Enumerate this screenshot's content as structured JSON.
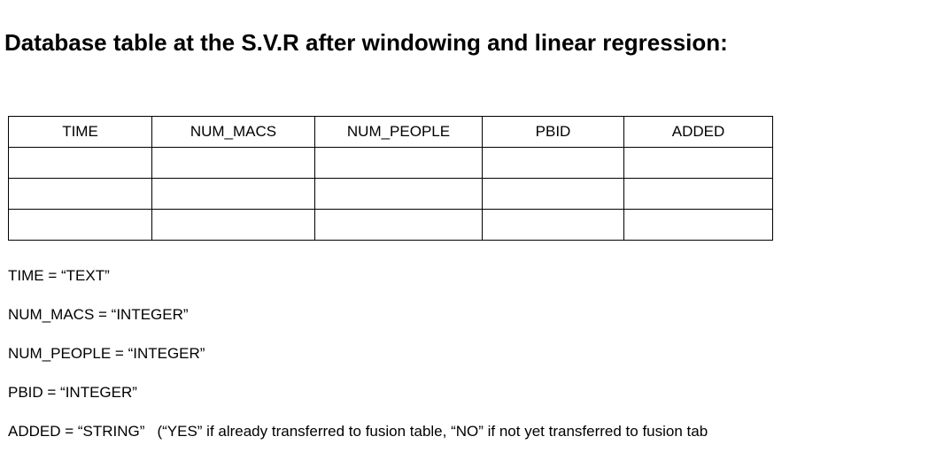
{
  "heading": "Database table at the S.V.R after windowing and linear regression:",
  "table": {
    "columns": [
      "TIME",
      "NUM_MACS",
      "NUM_PEOPLE",
      "PBID",
      "ADDED"
    ],
    "rows": [
      [
        "",
        "",
        "",
        "",
        ""
      ],
      [
        "",
        "",
        "",
        "",
        ""
      ],
      [
        "",
        "",
        "",
        "",
        ""
      ]
    ]
  },
  "definitions": [
    {
      "text": "TIME = “TEXT”",
      "note": ""
    },
    {
      "text": "NUM_MACS = “INTEGER”",
      "note": ""
    },
    {
      "text": "NUM_PEOPLE = “INTEGER”",
      "note": ""
    },
    {
      "text": "PBID = “INTEGER”",
      "note": ""
    },
    {
      "text": "ADDED = “STRING”",
      "note": "(“YES” if already transferred to fusion table, “NO” if not yet transferred to fusion tab"
    }
  ]
}
